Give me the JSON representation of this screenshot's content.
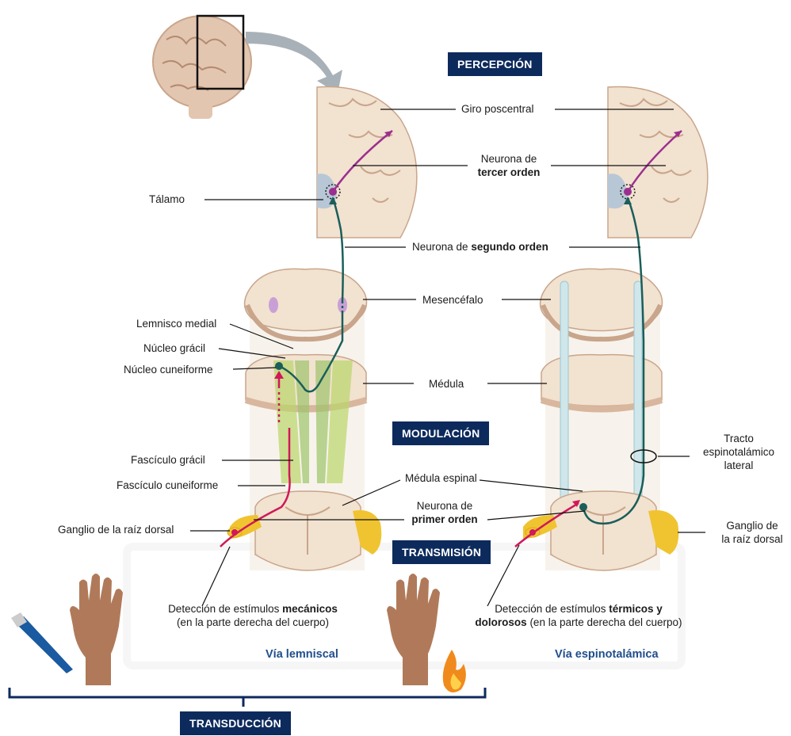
{
  "stages": {
    "perception": "PERCEPCIÓN",
    "modulation": "MODULACIÓN",
    "transmission": "TRANSMISIÓN",
    "transduction": "TRANSDUCCIÓN"
  },
  "labels": {
    "postcentral_gyrus": "Giro poscentral",
    "third_order_1": "Neurona de",
    "third_order_2": "tercer orden",
    "thalamus": "Tálamo",
    "second_order_1": "Neurona de ",
    "second_order_2": "segundo orden",
    "midbrain": "Mesencéfalo",
    "medial_lemniscus": "Lemnisco medial",
    "gracile_nucleus": "Núcleo grácil",
    "cuneate_nucleus": "Núcleo cuneiforme",
    "medulla": "Médula",
    "spinothalamic_1": "Tracto",
    "spinothalamic_2": "espinotalámico",
    "spinothalamic_3": "lateral",
    "gracile_fasciculus": "Fascículo grácil",
    "cuneate_fasciculus": "Fascículo cuneiforme",
    "spinal_cord": "Médula espinal",
    "first_order_1": "Neurona de",
    "first_order_2": "primer orden",
    "drg_left": "Ganglio de la raíz dorsal",
    "drg_right_1": "Ganglio de",
    "drg_right_2": "la raíz dorsal",
    "mech_1a": "Detección de estímulos ",
    "mech_1b": "mecánicos",
    "mech_2": "(en la parte derecha del cuerpo)",
    "therm_1a": "Detección de estímulos ",
    "therm_1b": "térmicos y",
    "therm_2a": "dolorosos",
    "therm_2b": " (en la parte derecha del cuerpo)"
  },
  "pathways": {
    "lemniscal": "Vía lemniscal",
    "spinothalamic": "Vía espinotalámica"
  },
  "colors": {
    "stage_bg": "#0d2a5c",
    "pathway_text": "#1f4e8c",
    "first_order_neuron": "#d0185a",
    "second_order_neuron": "#1b5e5a",
    "third_order_neuron": "#9b2f8f",
    "tissue": "#f2e2d0",
    "ganglion": "#f0c431",
    "gracile_tract": "#b9d66a",
    "cuneate_tract": "#9cc36a"
  }
}
